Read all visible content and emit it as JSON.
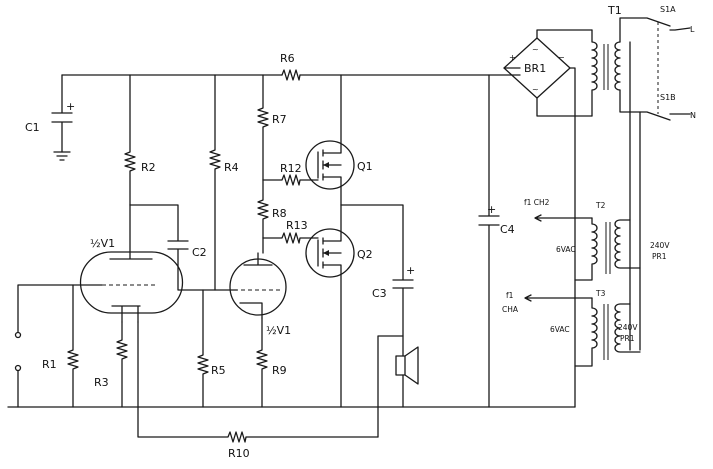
{
  "labels": {
    "c1": "C1",
    "c1_plus": "+",
    "r1": "R1",
    "r2": "R2",
    "r3": "R3",
    "r4": "R4",
    "r5": "R5",
    "r6": "R6",
    "r7": "R7",
    "r8": "R8",
    "r9": "R9",
    "r10": "R10",
    "r12": "R12",
    "r13": "R13",
    "c2": "C2",
    "c3": "C3",
    "c3_plus": "+",
    "c4": "C4",
    "c4_plus": "+",
    "q1": "Q1",
    "q2": "Q2",
    "v1a": "½V1",
    "v1b": "½V1",
    "br1": "BR1",
    "br_plus": "+",
    "br_minus": "−",
    "br_ac": "~",
    "t1": "T1",
    "t2": "T2",
    "t3": "T3",
    "s1a": "S1A",
    "s1b": "S1B",
    "s1a_l": "L",
    "s1b_n": "N",
    "f1_ch2": "f1 CH2",
    "f1_cha_top": "f1",
    "f1_cha_bottom": "CHA",
    "t2_sec": "6VAC",
    "t3_sec": "6VAC",
    "t2_pri_top": "240V",
    "t2_pri_bottom": "PR1",
    "t3_pri_top": "240V",
    "t3_pri_bottom": "PR1"
  }
}
